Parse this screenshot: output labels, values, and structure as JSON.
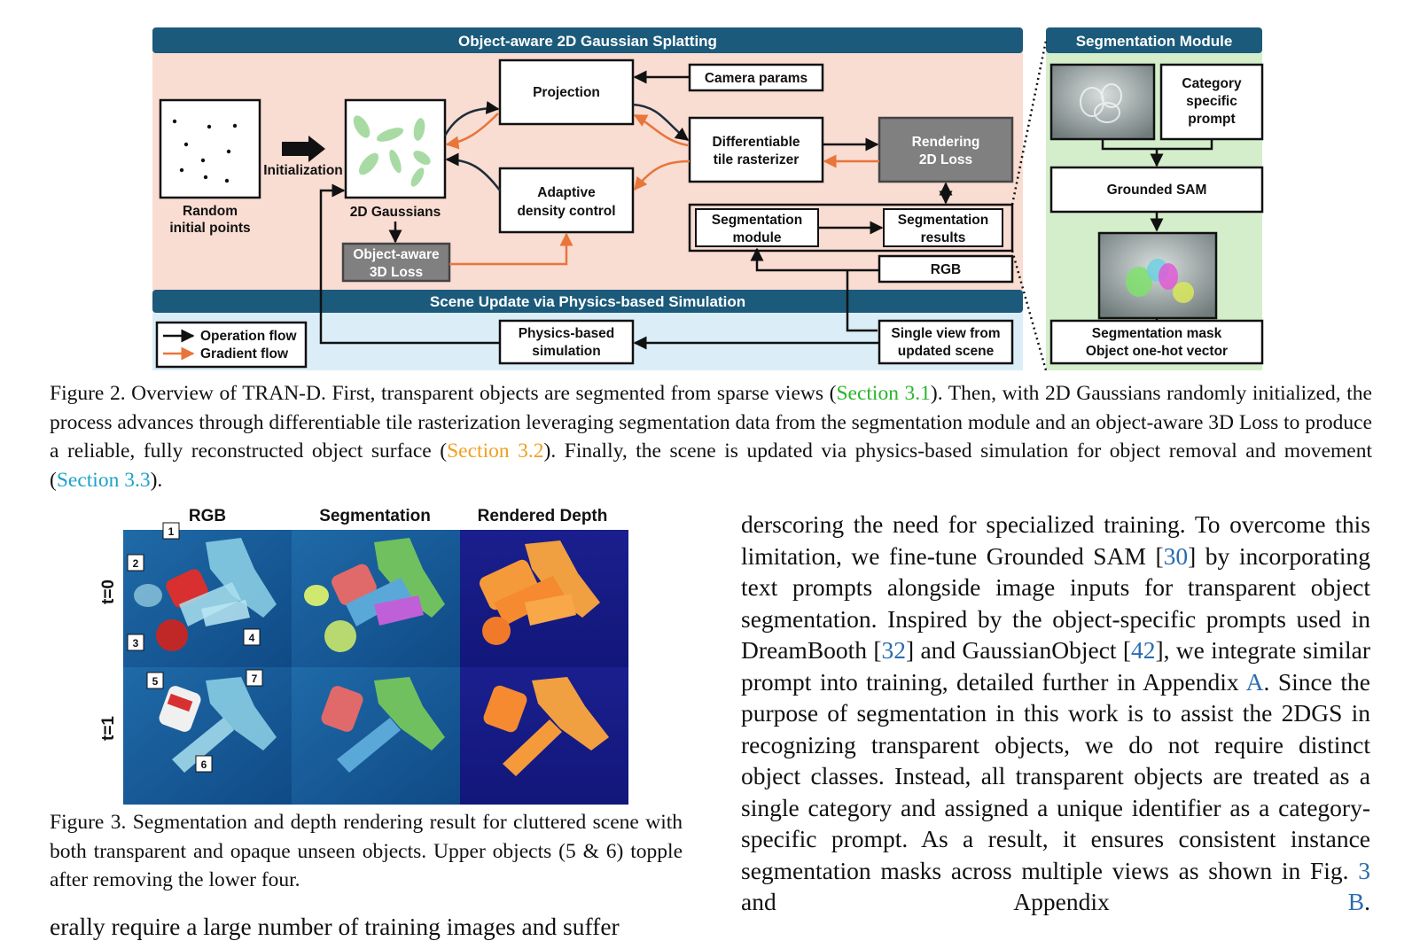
{
  "figure2": {
    "header_left": "Object-aware 2D Gaussian Splatting",
    "header_right": "Segmentation Module",
    "header_bottom": "Scene Update via Physics-based Simulation",
    "random_points_label": [
      "Random",
      "initial points"
    ],
    "initialization": "Initialization",
    "gaussians_label": "2D Gaussians",
    "projection": "Projection",
    "camera_params": "Camera params",
    "rasterizer": [
      "Differentiable",
      "tile rasterizer"
    ],
    "rendering_loss": [
      "Rendering",
      "2D Loss"
    ],
    "adaptive": [
      "Adaptive",
      "density control"
    ],
    "object_loss": [
      "Object-aware",
      "3D Loss"
    ],
    "seg_module": [
      "Segmentation",
      "module"
    ],
    "seg_results": [
      "Segmentation",
      "results"
    ],
    "rgb": "RGB",
    "physics": [
      "Physics-based",
      "simulation"
    ],
    "single_view": [
      "Single view from",
      "updated scene"
    ],
    "legend_operation": "Operation flow",
    "legend_gradient": "Gradient flow",
    "category_prompt": [
      "Category",
      "specific",
      "prompt"
    ],
    "grounded_sam": "Grounded SAM",
    "seg_mask": [
      "Segmentation mask",
      "Object one-hot vector"
    ],
    "colors": {
      "header": "#1b5a7a",
      "pink_bg": "#f9dcd2",
      "blue_bg": "#dbeef8",
      "green_bg": "#d4eecb",
      "gradient": "#e8753a",
      "gray_box": "#808080"
    }
  },
  "caption2": {
    "prefix": "Figure 2. Overview of TRAN-D. First, transparent objects are segmented from sparse views (",
    "link1": "Section 3.1",
    "mid1": "). Then, with 2D Gaussians randomly initialized, the process advances through differentiable tile rasterization leveraging segmentation data from the segmentation module and an object-aware 3D Loss to produce a reliable, fully reconstructed object surface (",
    "link2": "Section 3.2",
    "mid2": "). Finally, the scene is updated via physics-based simulation for object removal and movement (",
    "link3": "Section 3.3",
    "suffix": ")."
  },
  "figure3": {
    "col_rgb": "RGB",
    "col_seg": "Segmentation",
    "col_depth": "Rendered Depth",
    "row_t0": "t=0",
    "row_t1": "t=1",
    "markers": [
      "1",
      "2",
      "3",
      "4",
      "5",
      "6",
      "7"
    ]
  },
  "caption3": "Figure 3. Segmentation and depth rendering result for cluttered scene with both transparent and opaque unseen objects. Upper objects (5 & 6) topple after removing the lower four.",
  "body": {
    "t1": "derscoring the need for specialized training. To overcome this limitation, we fine-tune Grounded SAM [",
    "r30": "30",
    "t2": "] by incorporating text prompts alongside image inputs for transparent object segmentation. Inspired by the object-specific prompts used in DreamBooth [",
    "r32": "32",
    "t3": "] and GaussianObject [",
    "r42": "42",
    "t4": "], we integrate similar prompt into training, detailed further in Appendix ",
    "rA": "A",
    "t5": ". Since the purpose of segmentation in this work is to assist the 2DGS in recognizing transparent objects, we do not require distinct object classes. Instead, all transparent objects are treated as a single category and assigned a unique identifier as a category-specific prompt. As a result, it ensures consistent instance segmentation masks across multiple views as shown in Fig. ",
    "r3": "3",
    "t6": " and Appendix ",
    "rB": "B",
    "t7": "."
  },
  "cut_line": "erally require a large number of training images and suffer"
}
